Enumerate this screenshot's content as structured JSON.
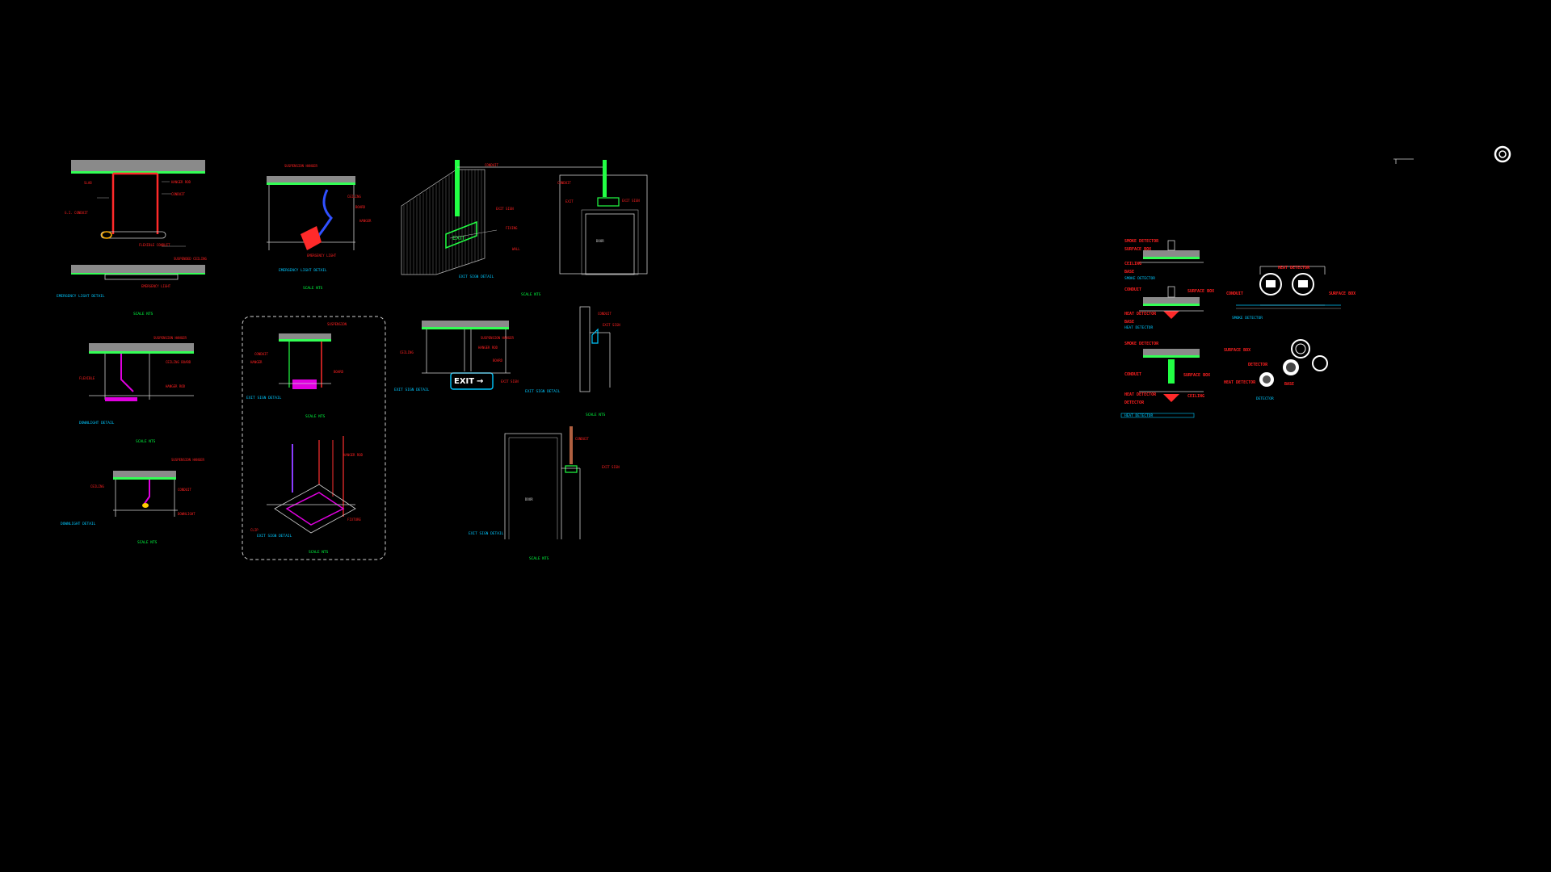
{
  "drawing": {
    "colors": {
      "background": "#000000",
      "label_red": "#ff2020",
      "label_cyan": "#00c8ff",
      "label_green": "#00ff40",
      "linework": "#cfcfcf",
      "slab": "#8a8a8a"
    },
    "scale_label": "SCALE NTS",
    "exit_sign_text": "EXIT",
    "exit_arrow": "→",
    "details": [
      {
        "id": "d1",
        "caption": "EMERGENCY LIGHT DETAIL"
      },
      {
        "id": "d2",
        "caption": "EMERGENCY LIGHT DETAIL"
      },
      {
        "id": "d3",
        "caption": "EXIT SIGN DETAIL"
      },
      {
        "id": "d4",
        "caption": "DOWNLIGHT DETAIL"
      },
      {
        "id": "d5",
        "caption": "DOWNLIGHT DETAIL"
      },
      {
        "id": "d6",
        "caption": "EXIT SIGN DETAIL"
      },
      {
        "id": "d7",
        "caption": "EXIT SIGN DETAIL"
      }
    ],
    "right_panel": {
      "labels": [
        "SMOKE DETECTOR",
        "HEAT DETECTOR",
        "SURFACE BOX",
        "CONDUIT",
        "CEILING",
        "BASE",
        "DETECTOR"
      ]
    }
  }
}
